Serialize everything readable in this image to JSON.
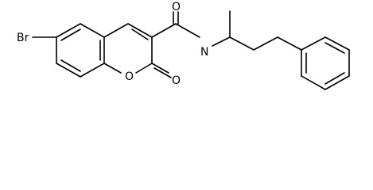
{
  "structure": {
    "atom_labels": {
      "br": "Br",
      "o_carbonyl_amide": "O",
      "o_ring": "O",
      "o_lactone": "O",
      "n_amide": "N"
    },
    "bond_color": "#000000",
    "background": "#ffffff"
  }
}
